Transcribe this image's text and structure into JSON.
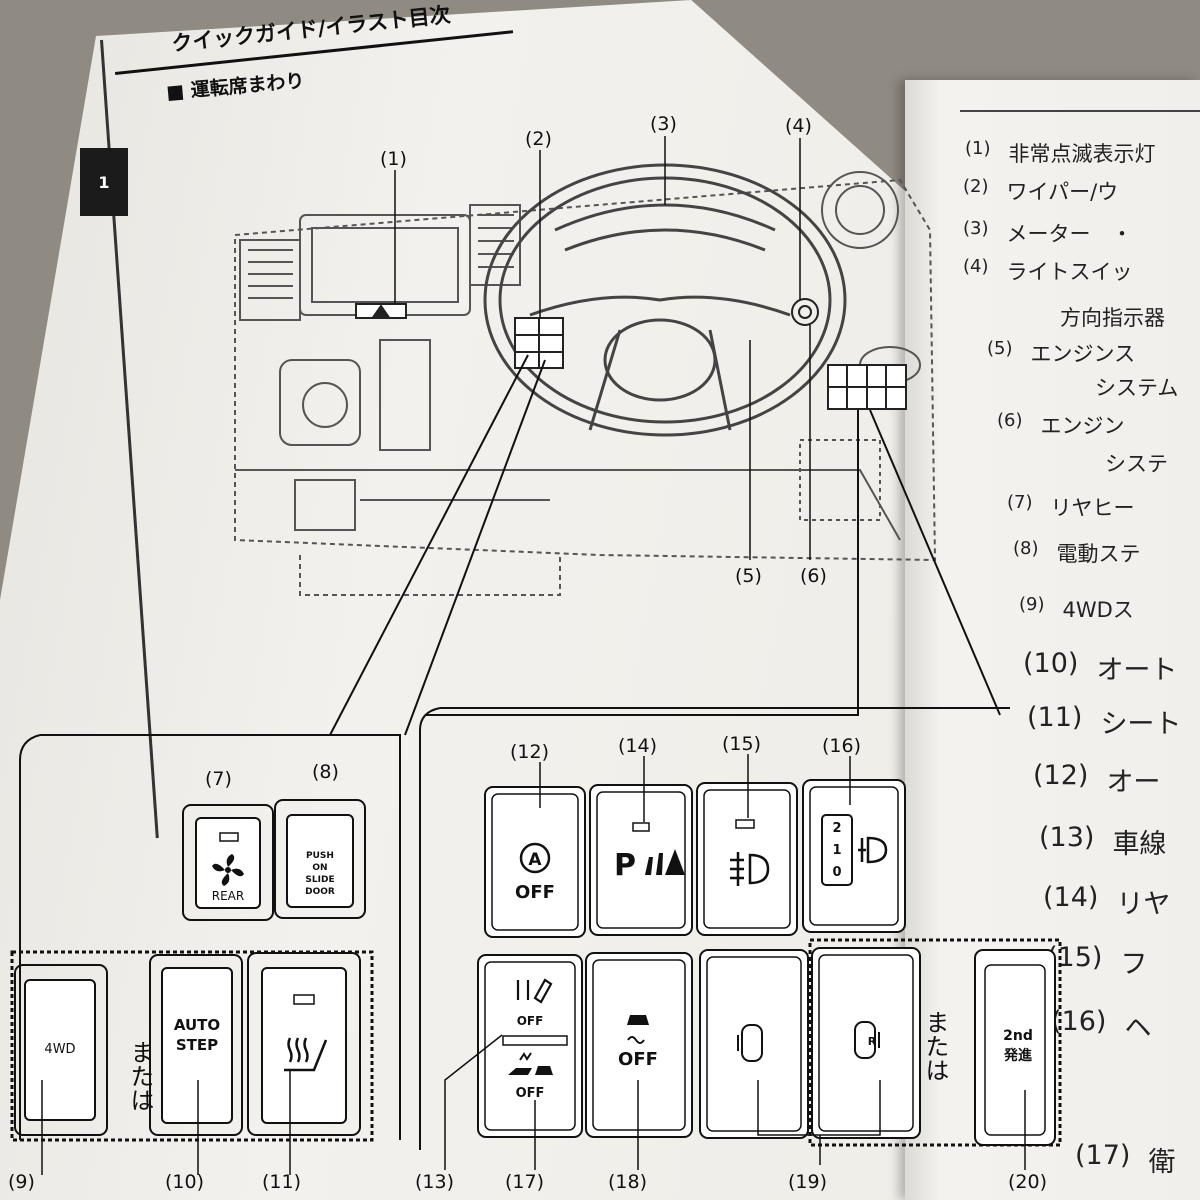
{
  "page": {
    "header": "クイックガイド/イラスト目次",
    "section": "■ 運転席まわり",
    "chapter": "1"
  },
  "labels": {
    "l1": "(1)",
    "l2": "(2)",
    "l3": "(3)",
    "l4": "(4)",
    "l5": "(5)",
    "l6": "(6)",
    "l7": "(7)",
    "l8": "(8)",
    "l9": "(9)",
    "l10": "(10)",
    "l11": "(11)",
    "l12": "(12)",
    "l13": "(13)",
    "l14": "(14)",
    "l15": "(15)",
    "l16": "(16)",
    "l17": "(17)",
    "l18": "(18)",
    "l19": "(19)",
    "l20": "(20)"
  },
  "switches": {
    "rear": "REAR",
    "push": "PUSH",
    "on": "ON",
    "slide": "SLIDE",
    "door": "DOOR",
    "wd": "4WD",
    "auto": "AUTO",
    "step": "STEP",
    "off": "OFF",
    "p": "P",
    "second": "2nd",
    "hassha": "発進",
    "r": "R",
    "lv2": "2",
    "lv1": "1",
    "lv0": "0",
    "a": "A"
  },
  "or_text": "または",
  "right_list": [
    {
      "num": "(1)",
      "text": "非常点滅表示灯"
    },
    {
      "num": "(2)",
      "text": "ワイパー/ウ"
    },
    {
      "num": "(3)",
      "text": "メーター　・"
    },
    {
      "num": "(4)",
      "text": "ライトスイッ"
    },
    {
      "num": "",
      "text": "方向指示器"
    },
    {
      "num": "(5)",
      "text": "エンジンス"
    },
    {
      "num": "",
      "text": "システム"
    },
    {
      "num": "(6)",
      "text": "エンジン"
    },
    {
      "num": "",
      "text": "システ"
    },
    {
      "num": "(7)",
      "text": "リヤヒー"
    },
    {
      "num": "(8)",
      "text": "電動ステ"
    },
    {
      "num": "(9)",
      "text": "4WDス"
    },
    {
      "num": "(10)",
      "text": "オート"
    },
    {
      "num": "(11)",
      "text": "シート"
    },
    {
      "num": "(12)",
      "text": "オー"
    },
    {
      "num": "(13)",
      "text": "車線"
    },
    {
      "num": "(14)",
      "text": "リヤ"
    },
    {
      "num": "(15)",
      "text": "フ"
    },
    {
      "num": "(16)",
      "text": "ヘ"
    },
    {
      "num": "(17)",
      "text": "衛"
    }
  ]
}
